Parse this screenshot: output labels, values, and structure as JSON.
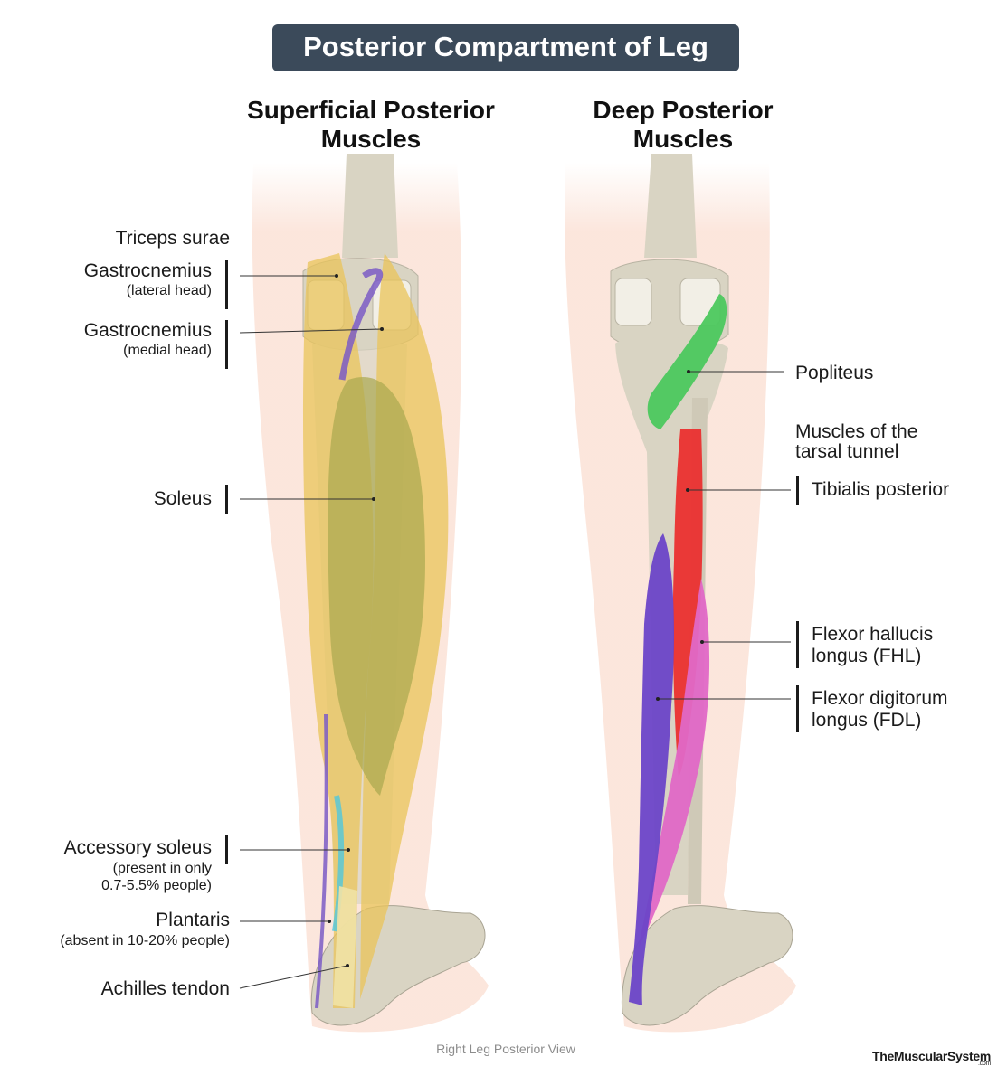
{
  "title": "Posterior Compartment of Leg",
  "left_heading": {
    "line1": "Superficial Posterior",
    "line2": "Muscles"
  },
  "right_heading": {
    "line1": "Deep Posterior",
    "line2": "Muscles"
  },
  "left_labels": {
    "triceps_surae": "Triceps surae",
    "gastroc_lateral": "Gastrocnemius",
    "gastroc_lateral_sub": "(lateral head)",
    "gastroc_medial": "Gastrocnemius",
    "gastroc_medial_sub": "(medial head)",
    "soleus": "Soleus",
    "accessory_soleus": "Accessory soleus",
    "accessory_soleus_sub1": "(present in only",
    "accessory_soleus_sub2": "0.7-5.5% people)",
    "plantaris": "Plantaris",
    "plantaris_sub": "(absent in 10-20% people)",
    "achilles": "Achilles tendon"
  },
  "right_labels": {
    "popliteus": "Popliteus",
    "tarsal_tunnel_1": "Muscles of the",
    "tarsal_tunnel_2": "tarsal tunnel",
    "tibialis_posterior": "Tibialis posterior",
    "fhl_1": "Flexor hallucis",
    "fhl_2": "longus (FHL)",
    "fdl_1": "Flexor digitorum",
    "fdl_2": "longus (FDL)"
  },
  "caption": "Right Leg Posterior View",
  "brand": {
    "name": "TheMuscularSystem",
    "suffix": ".com"
  },
  "colors": {
    "title_bg": "#3b4a5a",
    "skin": "#fbe3d8",
    "bone": "#d9d4c3",
    "gastrocnemius": "#e9c45a",
    "soleus": "#a9a84e",
    "plantaris": "#7b5cc6",
    "popliteus": "#4cc85e",
    "tibialis_posterior": "#ec2b2b",
    "fhl": "#e068c6",
    "fdl": "#6b45c8"
  }
}
